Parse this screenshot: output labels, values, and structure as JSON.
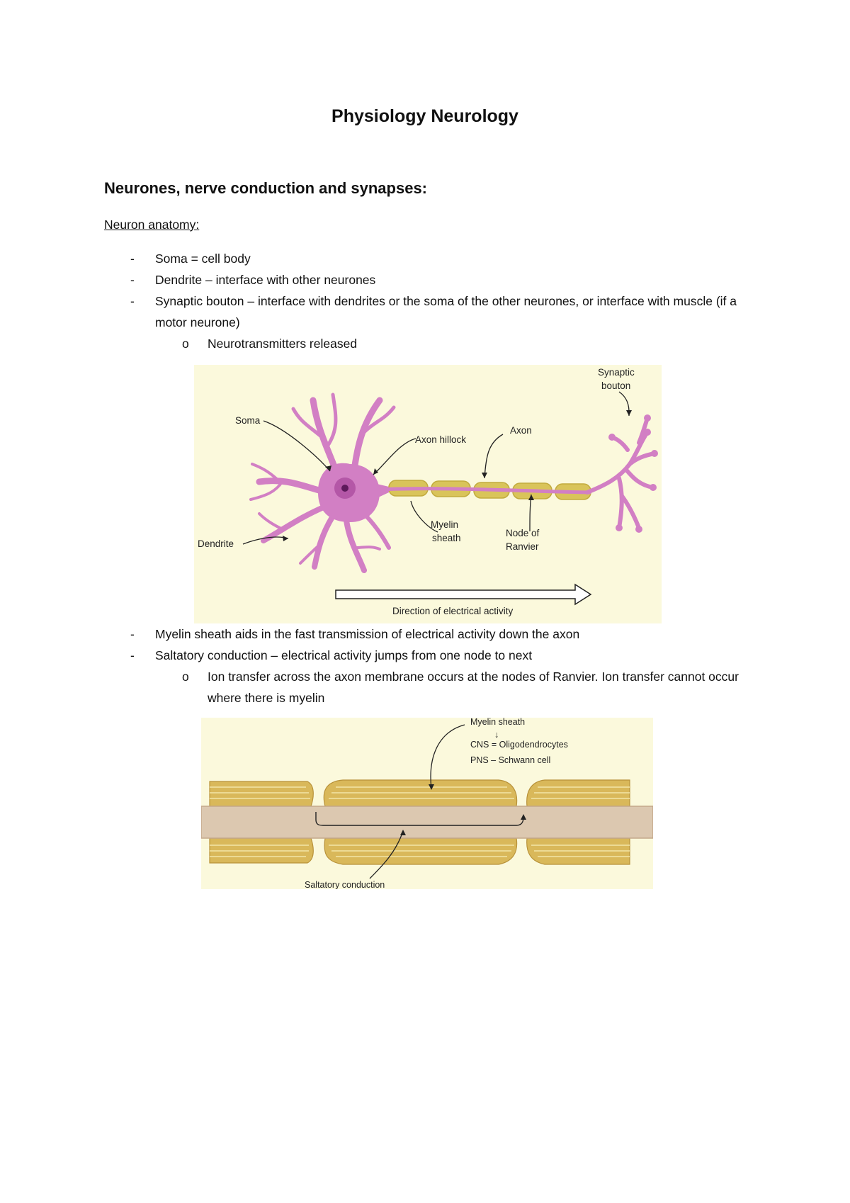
{
  "document": {
    "title": "Physiology Neurology",
    "section_heading": "Neurones, nerve conduction and synapses:",
    "subheading": "Neuron anatomy:",
    "list1": [
      {
        "marker": "-",
        "text": "Soma = cell body"
      },
      {
        "marker": "-",
        "text": "Dendrite – interface with other neurones"
      },
      {
        "marker": "-",
        "text": "Synaptic bouton – interface with dendrites or the soma of the other neurones, or interface with muscle (if a motor neurone)"
      },
      {
        "marker": "o",
        "text": "Neurotransmitters released"
      }
    ],
    "list2": [
      {
        "marker": "-",
        "text": "Myelin sheath aids in the fast transmission of electrical activity down the axon"
      },
      {
        "marker": "-",
        "text": "Saltatory conduction – electrical activity jumps from one node to next"
      },
      {
        "marker": "o",
        "text": "Ion transfer across the axon membrane occurs at the nodes of Ranvier. Ion transfer cannot occur where there is myelin"
      }
    ]
  },
  "figure1": {
    "labels": {
      "synaptic_bouton_1": "Synaptic",
      "synaptic_bouton_2": "bouton",
      "soma": "Soma",
      "axon_hillock": "Axon hillock",
      "axon": "Axon",
      "dendrite": "Dendrite",
      "myelin_1": "Myelin",
      "myelin_2": "sheath",
      "node_1": "Node of",
      "node_2": "Ranvier",
      "direction": "Direction of electrical activity"
    },
    "colors": {
      "background": "#fbf9dc",
      "neuron": "#d27fc4",
      "nucleus": "#8a2a86",
      "myelin": "#d9c45a"
    }
  },
  "figure2": {
    "labels": {
      "myelin_sheath": "Myelin sheath",
      "down_arrow": "↓",
      "cns": "CNS = Oligodendrocytes",
      "pns": "PNS – Schwann cell",
      "saltatory": "Saltatory conduction"
    },
    "colors": {
      "background": "#fbf9dc",
      "axon": "#dcc8b0",
      "myelin": "#d9b85a"
    }
  }
}
